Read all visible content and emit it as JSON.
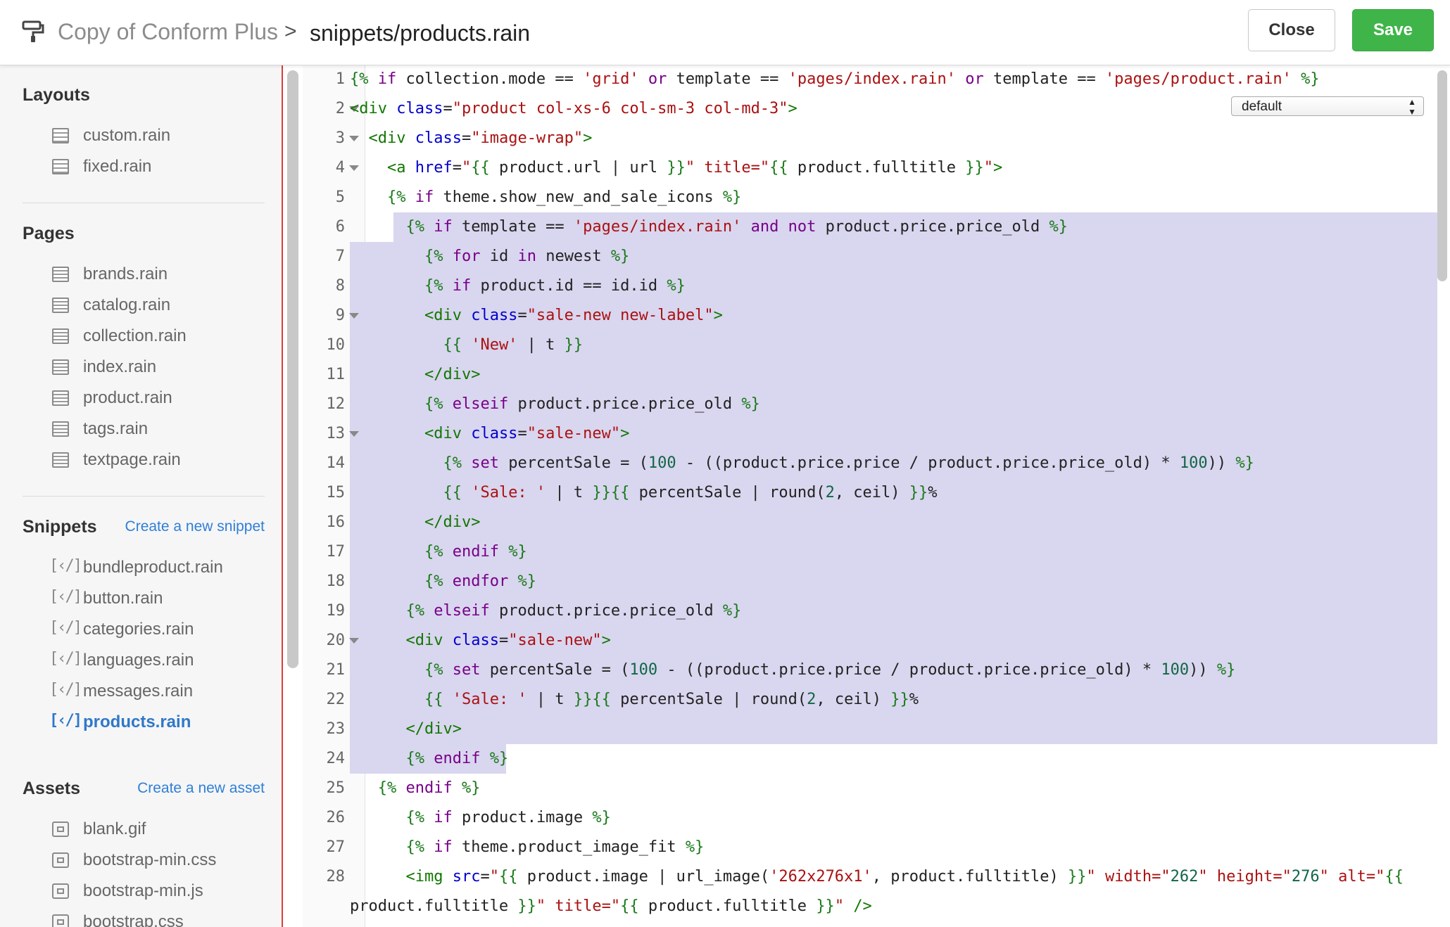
{
  "header": {
    "theme_name": "Copy of Conform Plus",
    "separator": ">",
    "file_name": "snippets/products.rain",
    "close_label": "Close",
    "save_label": "Save"
  },
  "sidebar": {
    "layouts": {
      "title": "Layouts",
      "items": [
        "custom.rain",
        "fixed.rain"
      ]
    },
    "pages": {
      "title": "Pages",
      "items": [
        "brands.rain",
        "catalog.rain",
        "collection.rain",
        "index.rain",
        "product.rain",
        "tags.rain",
        "textpage.rain"
      ]
    },
    "snippets": {
      "title": "Snippets",
      "create_link": "Create a new snippet",
      "items": [
        "bundleproduct.rain",
        "button.rain",
        "categories.rain",
        "languages.rain",
        "messages.rain",
        "products.rain"
      ],
      "active": "products.rain"
    },
    "assets": {
      "title": "Assets",
      "create_link": "Create a new asset",
      "items": [
        "blank.gif",
        "bootstrap-min.css",
        "bootstrap-min.js",
        "bootstrap.css"
      ]
    }
  },
  "editor": {
    "mode_select": "default",
    "selected_lines": [
      6,
      24
    ],
    "colors": {
      "delimiter": "#1a7a1a",
      "keyword": "#770088",
      "string": "#aa1111",
      "tag": "#117700",
      "attr": "#0000cc",
      "number": "#116644",
      "selection": "#d9d6ef"
    },
    "lines": [
      {
        "n": "1",
        "fold": false,
        "text": "{% if collection.mode == 'grid' or template == 'pages/index.rain' or template == 'pages/product.rain' %}"
      },
      {
        "n": "2",
        "fold": true,
        "text": "<div class=\"product col-xs-6 col-sm-3 col-md-3\">"
      },
      {
        "n": "3",
        "fold": true,
        "text": "  <div class=\"image-wrap\">"
      },
      {
        "n": "4",
        "fold": true,
        "text": "    <a href=\"{{ product.url | url }}\" title=\"{{ product.fulltitle }}\">"
      },
      {
        "n": "5",
        "fold": false,
        "text": "    {% if theme.show_new_and_sale_icons %}"
      },
      {
        "n": "6",
        "fold": false,
        "text": "      {% if template == 'pages/index.rain' and not product.price.price_old %}"
      },
      {
        "n": "7",
        "fold": false,
        "text": "        {% for id in newest %}"
      },
      {
        "n": "8",
        "fold": false,
        "text": "        {% if product.id == id.id %}"
      },
      {
        "n": "9",
        "fold": true,
        "text": "        <div class=\"sale-new new-label\">"
      },
      {
        "n": "10",
        "fold": false,
        "text": "          {{ 'New' | t }}"
      },
      {
        "n": "11",
        "fold": false,
        "text": "        </div>"
      },
      {
        "n": "12",
        "fold": false,
        "text": "        {% elseif product.price.price_old %}"
      },
      {
        "n": "13",
        "fold": true,
        "text": "        <div class=\"sale-new\">"
      },
      {
        "n": "14",
        "fold": false,
        "text": "          {% set percentSale = (100 - ((product.price.price / product.price.price_old) * 100)) %}"
      },
      {
        "n": "15",
        "fold": false,
        "text": "          {{ 'Sale: ' | t }}{{ percentSale | round(2, ceil) }}%"
      },
      {
        "n": "16",
        "fold": false,
        "text": "        </div>"
      },
      {
        "n": "17",
        "fold": false,
        "text": "        {% endif %}"
      },
      {
        "n": "18",
        "fold": false,
        "text": "        {% endfor %}"
      },
      {
        "n": "19",
        "fold": false,
        "text": "      {% elseif product.price.price_old %}"
      },
      {
        "n": "20",
        "fold": true,
        "text": "      <div class=\"sale-new\">"
      },
      {
        "n": "21",
        "fold": false,
        "text": "        {% set percentSale = (100 - ((product.price.price / product.price.price_old) * 100)) %}"
      },
      {
        "n": "22",
        "fold": false,
        "text": "        {{ 'Sale: ' | t }}{{ percentSale | round(2, ceil) }}%"
      },
      {
        "n": "23",
        "fold": false,
        "text": "      </div>"
      },
      {
        "n": "24",
        "fold": false,
        "text": "      {% endif %}"
      },
      {
        "n": "25",
        "fold": false,
        "text": "   {% endif %}"
      },
      {
        "n": "26",
        "fold": false,
        "text": "      {% if product.image %}"
      },
      {
        "n": "27",
        "fold": false,
        "text": "      {% if theme.product_image_fit %}"
      },
      {
        "n": "28",
        "fold": false,
        "text": "      <img src=\"{{ product.image | url_image('262x276x1', product.fulltitle) }}\" width=\"262\" height=\"276\" alt=\"{{"
      },
      {
        "n": "",
        "fold": false,
        "text": "product.fulltitle }}\" title=\"{{ product.fulltitle }}\" />"
      }
    ]
  }
}
